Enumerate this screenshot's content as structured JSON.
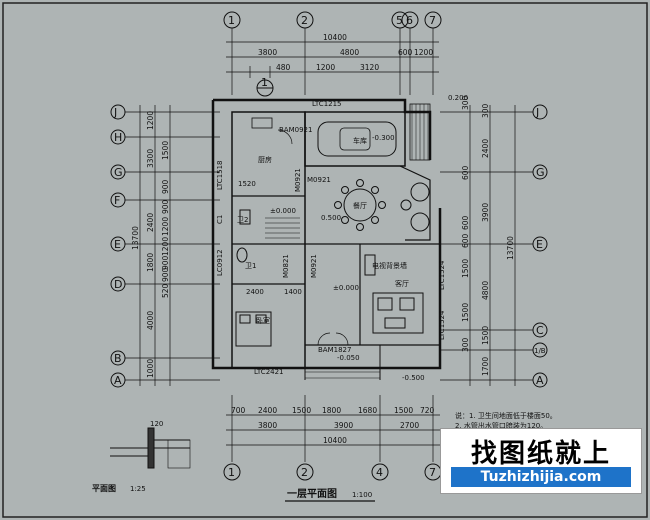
{
  "title": "一层平面图",
  "scale": "1:100",
  "detail_title": "平面图",
  "detail_scale": "1:25",
  "detail_dim": "120",
  "axes_top": [
    "1",
    "2",
    "5",
    "6",
    "7"
  ],
  "axes_bottom": [
    "1",
    "2",
    "4",
    "7"
  ],
  "axes_left": [
    "J",
    "H",
    "G",
    "F",
    "E",
    "D",
    "B",
    "A"
  ],
  "axes_right": [
    "J",
    "G",
    "E",
    "C",
    "1/B",
    "A"
  ],
  "dims_top_total": "10400",
  "dims_top": [
    "3800",
    "4800",
    "600",
    "1200"
  ],
  "dims_top_inner": [
    "480",
    "1200",
    "3120"
  ],
  "dims_bottom_total": "10400",
  "dims_bottom_1": [
    "700",
    "2400",
    "1500",
    "1800",
    "1680",
    "1500",
    "720"
  ],
  "dims_bottom_2": [
    "3800",
    "3900",
    "2700"
  ],
  "dims_left_total": "13700",
  "dims_left_outer": [
    "1200",
    "3300",
    "2400",
    "1800",
    "4000",
    "1000"
  ],
  "dims_left_inner": [
    "1500",
    "900",
    "900",
    "1200",
    "1200",
    "900",
    "900",
    "520"
  ],
  "dims_right_total": "13700",
  "dims_right_outer": [
    "300",
    "2400",
    "3900",
    "4800",
    "1500",
    "1700"
  ],
  "dims_right_inner": [
    "300",
    "600",
    "600",
    "600",
    "1500",
    "1500",
    "300"
  ],
  "rooms": {
    "garage": "车库",
    "kitchen": "厨房",
    "dining": "餐厅",
    "bath1": "卫1",
    "bath2": "卫2",
    "bedroom": "卧室",
    "living": "客厅",
    "tv": "电视背景墙"
  },
  "elevations": [
    "±0.000",
    "±0.000",
    "0.500",
    "-0.050",
    "-0.500",
    "0.200",
    "-0.300"
  ],
  "windows": [
    "LTC1215",
    "LTC1518",
    "LTC2421",
    "LTC1524",
    "LTC1524",
    "LC0912",
    "C1"
  ],
  "doors": [
    "BAM0921",
    "M0921",
    "M0921",
    "M0821",
    "M0921",
    "BAM1827"
  ],
  "room_dims": [
    "1520",
    "2400",
    "1400"
  ],
  "index_mark": "1",
  "notes": [
    "说：1. 卫生间地面低于楼面50。",
    "2. 水管出水管口暗装为120。"
  ],
  "brand": {
    "cn": "找图纸就上",
    "url": "Tuzhizhijia.com"
  }
}
